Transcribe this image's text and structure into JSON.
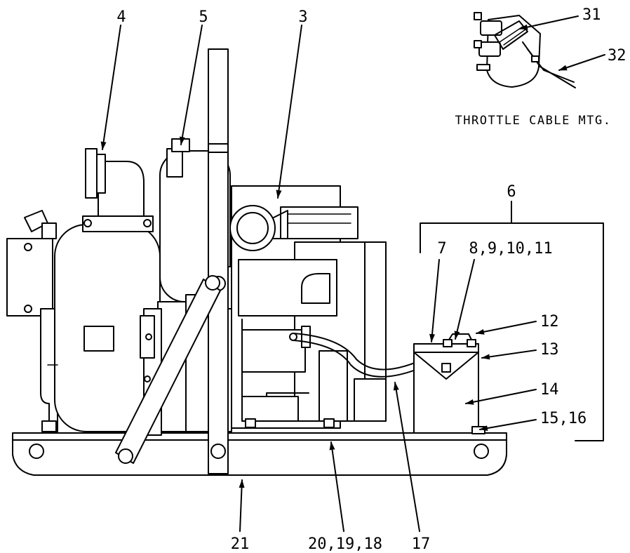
{
  "callouts": {
    "c4": "4",
    "c5": "5",
    "c3": "3",
    "c31": "31",
    "c32": "32",
    "c6": "6",
    "c7": "7",
    "c8": "8,9,10,11",
    "c12": "12",
    "c13": "13",
    "c14": "14",
    "c15": "15,16",
    "c21": "21",
    "c20": "20,19,18",
    "c17": "17"
  },
  "inset_caption": "THROTTLE CABLE MTG.",
  "line_color": "#000000",
  "background": "#ffffff"
}
